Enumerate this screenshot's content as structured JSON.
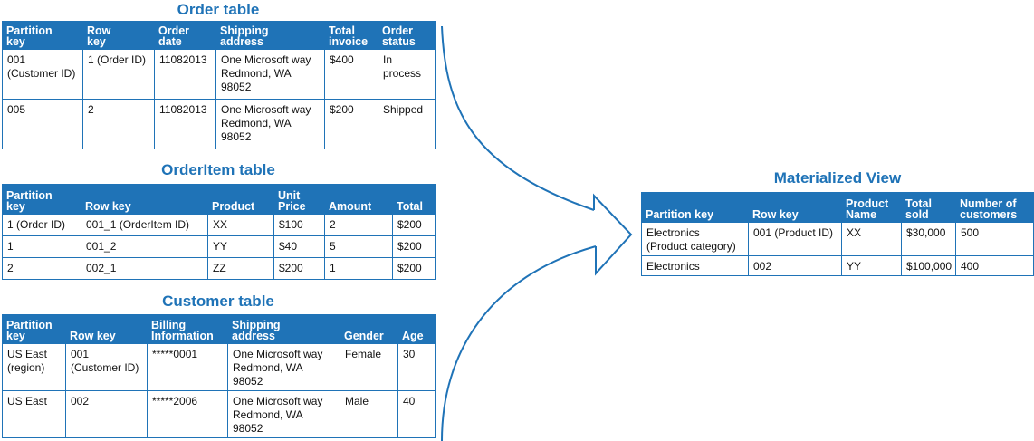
{
  "order_table": {
    "title": "Order table",
    "headers": [
      "Partition\nkey",
      "Row\nkey",
      "Order\ndate",
      "Shipping\naddress",
      "Total\ninvoice",
      "Order\nstatus"
    ],
    "rows": [
      [
        "001\n(Customer ID)",
        "1 (Order ID)",
        "11082013",
        "One Microsoft way\nRedmond, WA\n98052",
        "$400",
        "In\nprocess"
      ],
      [
        "005",
        "2",
        "11082013",
        "One Microsoft way\nRedmond, WA\n98052",
        "$200",
        "Shipped"
      ]
    ]
  },
  "orderitem_table": {
    "title": "OrderItem table",
    "headers": [
      "Partition\nkey",
      "Row key",
      "Product",
      "Unit\nPrice",
      "Amount",
      "Total"
    ],
    "rows": [
      [
        "1 (Order ID)",
        "001_1 (OrderItem ID)",
        "XX",
        "$100",
        "2",
        "$200"
      ],
      [
        "1",
        "001_2",
        "YY",
        "$40",
        "5",
        "$200"
      ],
      [
        "2",
        "002_1",
        "ZZ",
        "$200",
        "1",
        "$200"
      ]
    ]
  },
  "customer_table": {
    "title": "Customer table",
    "headers": [
      "Partition\nkey",
      "Row key",
      "Billing\nInformation",
      "Shipping\naddress",
      "Gender",
      "Age"
    ],
    "rows": [
      [
        "US East\n(region)",
        "001\n(Customer ID)",
        "*****0001",
        "One Microsoft way\nRedmond, WA\n98052",
        "Female",
        "30"
      ],
      [
        "US East",
        "002",
        "*****2006",
        "One Microsoft way\nRedmond, WA\n98052",
        "Male",
        "40"
      ]
    ]
  },
  "materialized_view": {
    "title": "Materialized View",
    "headers": [
      "Partition key",
      "Row key",
      "Product\nName",
      "Total\nsold",
      "Number of\ncustomers"
    ],
    "rows": [
      [
        "Electronics\n(Product category)",
        "001 (Product ID)",
        "XX",
        "$30,000",
        "500"
      ],
      [
        "Electronics",
        "002",
        "YY",
        "$100,000",
        "400"
      ]
    ]
  },
  "colors": {
    "accent": "#1f73b7",
    "header_text": "#ffffff",
    "cell_border": "#1f73b7"
  }
}
